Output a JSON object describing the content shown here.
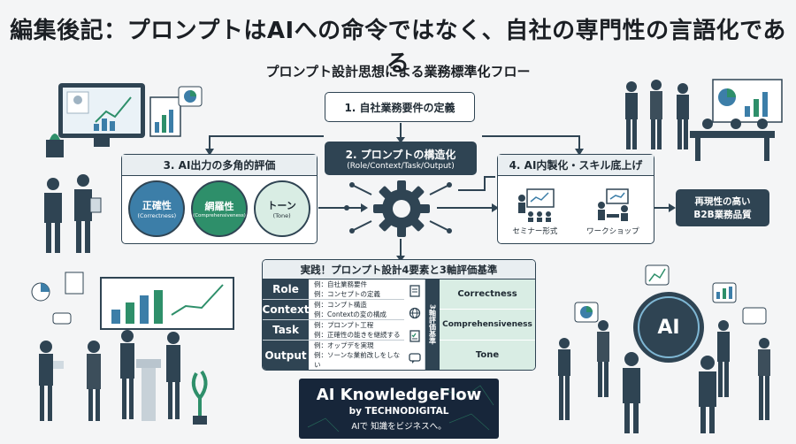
{
  "title": "編集後記：プロンプトはAIへの命令ではなく、自社の専門性の言語化である",
  "subtitle": "プロンプト設計思想による業務標準化フロー",
  "steps": {
    "step1": "1. 自社業務要件の定義",
    "step2_title": "2. プロンプトの構造化",
    "step2_sub": "(Role/Context/Task/Output)",
    "step3_title": "3. AI出力の多角的評価",
    "step4_title": "4. AI内製化・スキル底上げ"
  },
  "eval_circles": [
    {
      "label": "正確性",
      "sub": "(Correctness)"
    },
    {
      "label": "網羅性",
      "sub": "(Comprehensiveness)"
    },
    {
      "label": "トーン",
      "sub": "(Tone)"
    }
  ],
  "training": [
    {
      "label": "セミナー形式",
      "icon": "seminar-icon"
    },
    {
      "label": "ワークショップ",
      "icon": "workshop-icon"
    }
  ],
  "result": {
    "line1": "再現性の高い",
    "line2": "B2B業務品質"
  },
  "practice": {
    "title": "実践！プロンプト設計4要素と3軸評価基準",
    "vertical_label": "3軸評価基準",
    "rows": [
      {
        "label": "Role",
        "ex1": "例：自社業務要件",
        "ex2": "例：コンセプトの定義",
        "icon": "document-icon"
      },
      {
        "label": "Context",
        "ex1": "例：コンプト構造",
        "ex2": "例：Contextの変の構成",
        "icon": "globe-icon"
      },
      {
        "label": "Task",
        "ex1": "例：プロンプト工程",
        "ex2": "例：正確性の能きを継続する",
        "icon": "checklist-icon"
      },
      {
        "label": "Output",
        "ex1": "例：オップデを実現",
        "ex2": "例：ソーンな業前改しをしない",
        "icon": "chat-icon"
      }
    ],
    "axes": [
      "Correctness",
      "Comprehensiveness",
      "Tone"
    ]
  },
  "brand": {
    "name": "AI KnowledgeFlow",
    "by": "by TECHNODIGITAL",
    "tagline": "AIで 知識をビジネスへ。"
  },
  "ai_badge": "AI",
  "colors": {
    "navy": "#2f4453",
    "blue": "#3c7ea8",
    "green": "#2e8f6a",
    "mint": "#d9ede4",
    "brandbg": "#17263a"
  }
}
